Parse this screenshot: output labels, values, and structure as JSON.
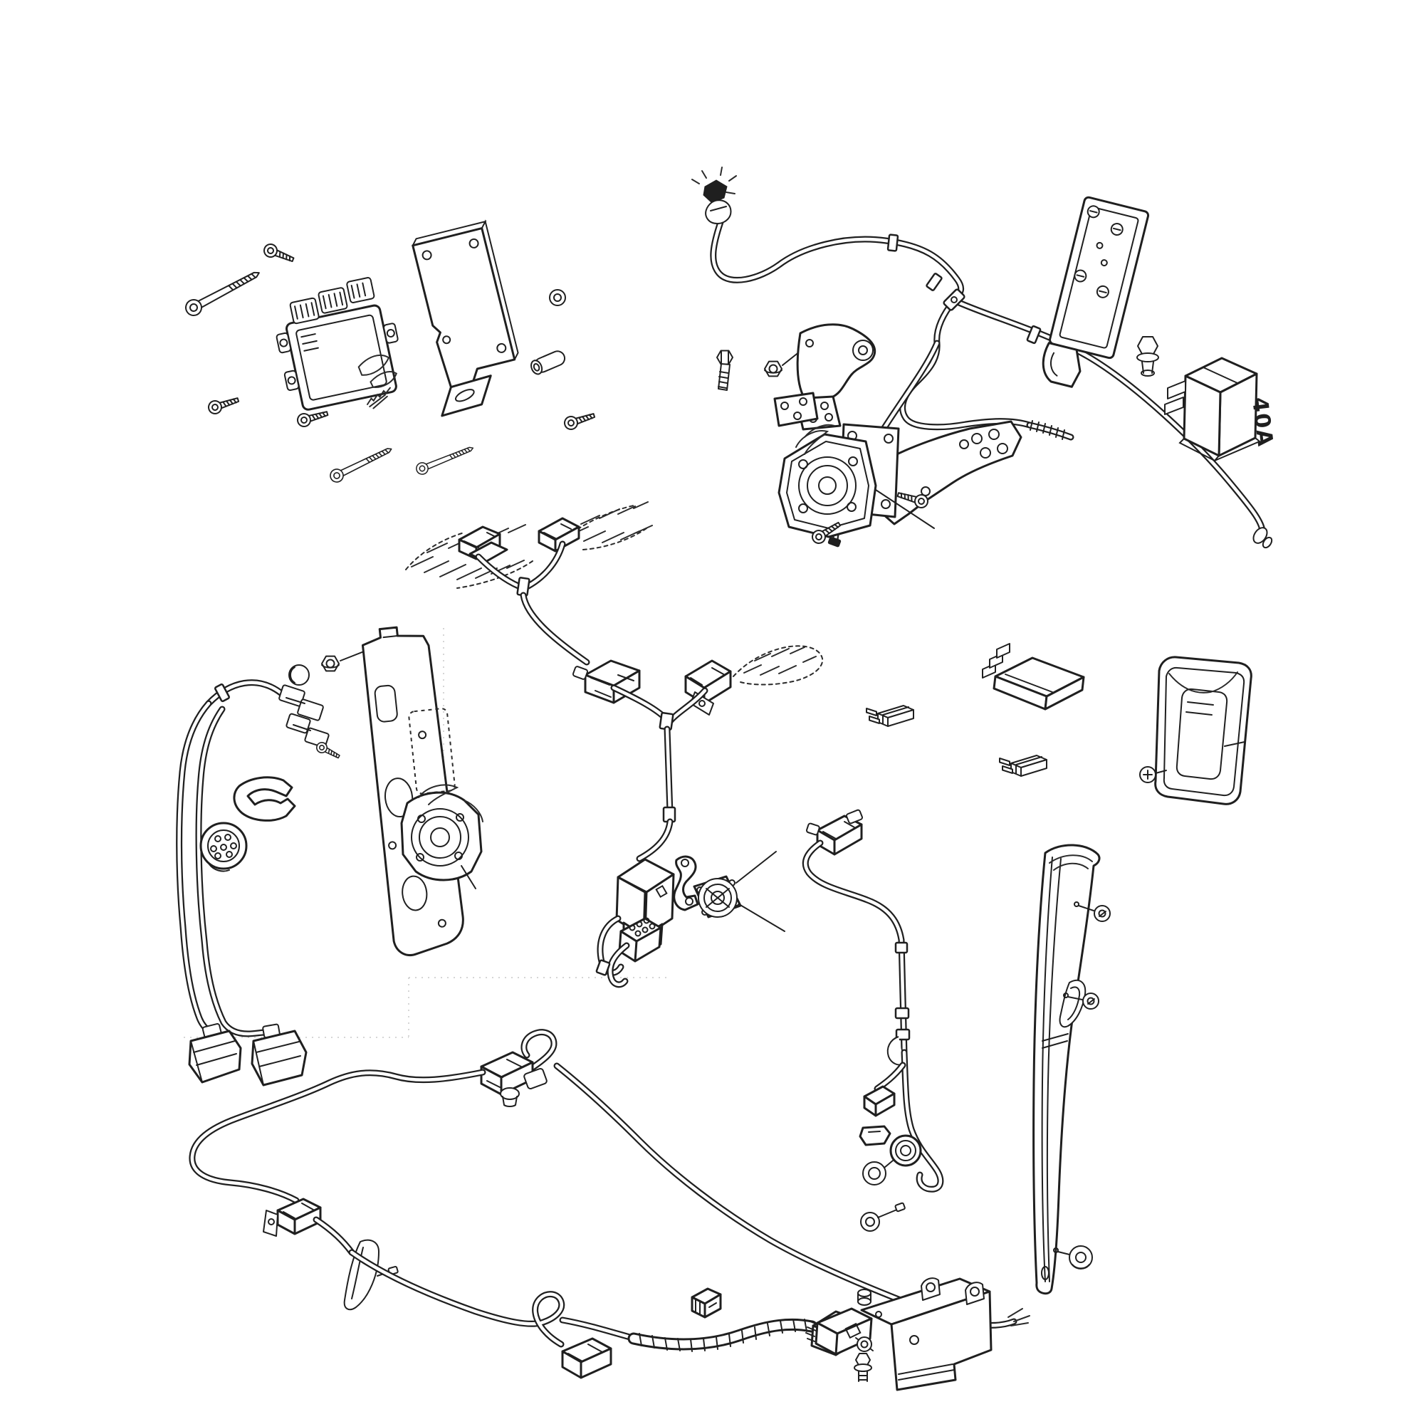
{
  "page": {
    "background_color": "#ffffff",
    "line_color": "#1f1f1f"
  },
  "diagram": {
    "type": "exploded-parts-diagram",
    "description": "Black-and-white exploded line-art parts diagram of a vehicle trailer-hitch wiring kit: control module with bracket and fasteners, engine-bay cable harness with battery terminal and 40A relay, trailer socket plates, body harnesses, fuses, bezel, floor harness, module bracket and A-pillar trim.",
    "labels": {
      "relay_rating": "40A"
    },
    "groups": [
      {
        "name": "control-module-assembly",
        "parts": [
          "control module",
          "module mounting bracket",
          "long countersunk bolt",
          "long countersunk bolt",
          "long countersunk bolt",
          "tapping screw",
          "countersunk screw",
          "countersunk screw",
          "countersunk screw",
          "expander rivet",
          "washer",
          "spacer sleeve"
        ]
      },
      {
        "name": "engine-bay-harness-assembly",
        "parts": [
          "battery terminal cable",
          "cable clip",
          "cable clip",
          "cable clamp",
          "hex bolt",
          "flange nut",
          "small bracket",
          "trailer socket with cover",
          "socket bracket arm",
          "adapter plate",
          "screw",
          "screw",
          "mounting plate",
          "hex flange bolt",
          "relay"
        ]
      },
      {
        "name": "socket-plate-assembly",
        "parts": [
          "pigtail harness",
          "branch connectors",
          "cover cap",
          "flange nut",
          "socket mounting plate",
          "alternative position outline",
          "trailer socket with cover",
          "screw",
          "spring clip",
          "round multi-pin connector",
          "harness connector",
          "harness connector"
        ]
      },
      {
        "name": "center-harness",
        "parts": [
          "body sketch area",
          "body sketch area",
          "body sketch area",
          "branch connector",
          "branch connector",
          "harness connector",
          "harness connector with tab",
          "relay",
          "multi-pin connector",
          "round socket",
          "small bracket"
        ]
      },
      {
        "name": "fuse-and-relay-kit",
        "parts": [
          "relay",
          "blade fuse",
          "blade fuse"
        ]
      },
      {
        "name": "socket-bezel",
        "parts": [
          "bezel housing",
          "screw"
        ]
      },
      {
        "name": "floor-harness",
        "parts": [
          "main harness",
          "harness connector with cap",
          "bulb socket",
          "branch connector with holder",
          "hook clip",
          "harness connector",
          "cable clip",
          "corrugated sleeve",
          "module connector"
        ]
      },
      {
        "name": "module-bracket-assembly",
        "parts": [
          "metal bracket",
          "module connector",
          "cap",
          "lock washer",
          "flange screw",
          "grommet with pin"
        ]
      },
      {
        "name": "a-pillar-trim",
        "parts": [
          "trim panel",
          "dome nut",
          "dome nut",
          "grommet"
        ]
      }
    ]
  }
}
